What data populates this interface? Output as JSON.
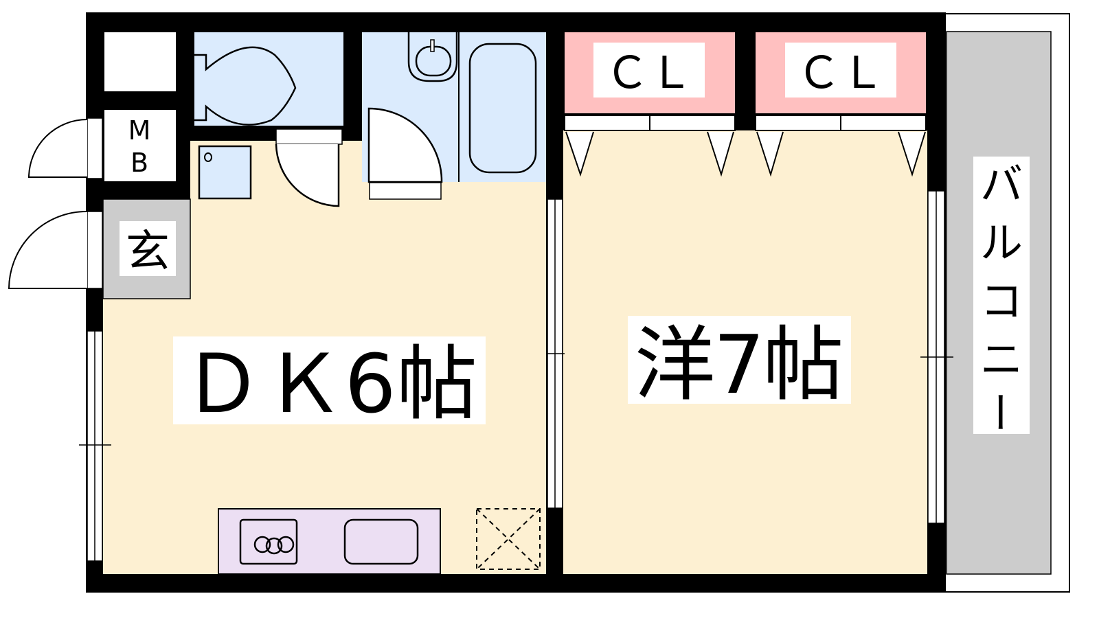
{
  "floorplan": {
    "rooms": {
      "dk": {
        "label": "ＤＫ6帖",
        "type": "dining-kitchen",
        "size_jo": 6
      },
      "western": {
        "label": "洋7帖",
        "type": "western-room",
        "size_jo": 7
      },
      "genkan": {
        "label": "玄"
      },
      "mb": {
        "label_1": "M",
        "label_2": "B"
      },
      "closet_1": {
        "label": "ＣＬ"
      },
      "closet_2": {
        "label": "ＣＬ"
      },
      "balcony": {
        "label_chars": [
          "バ",
          "ル",
          "コ",
          "ニ",
          "ー"
        ]
      }
    },
    "colors": {
      "wall": "#000000",
      "floor": "#fdf0d2",
      "wet_area": "#dbebfd",
      "closet": "#ffc0c0",
      "kitchen": "#ecdff3",
      "genkan": "#cccccc",
      "balcony": "#cccccc"
    }
  }
}
